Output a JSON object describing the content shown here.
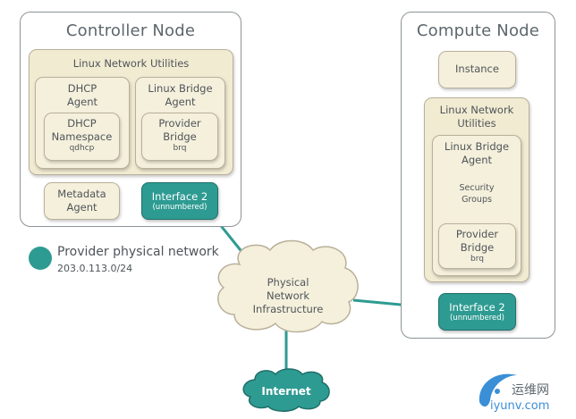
{
  "controller": {
    "title": "Controller Node",
    "utilities": "Linux Network Utilities",
    "dhcp_agent": "DHCP\nAgent",
    "dhcp_namespace": "DHCP\nNamespace",
    "dhcp_namespace_sub": "qdhcp",
    "bridge_agent": "Linux Bridge\nAgent",
    "provider_bridge": "Provider\nBridge",
    "provider_bridge_sub": "brq",
    "metadata_agent": "Metadata\nAgent",
    "interface": "Interface 2",
    "interface_sub": "(unnumbered)"
  },
  "compute": {
    "title": "Compute Node",
    "instance": "Instance",
    "utilities": "Linux Network\nUtilities",
    "bridge_agent": "Linux Bridge\nAgent",
    "security_groups": "Security\nGroups",
    "provider_bridge": "Provider\nBridge",
    "provider_bridge_sub": "brq",
    "interface": "Interface 2",
    "interface_sub": "(unnumbered)"
  },
  "legend": {
    "label": "Provider physical network",
    "subnet": "203.0.113.0/24",
    "color": "#2e9b92"
  },
  "infrastructure": "Physical\nNetwork\nInfrastructure",
  "internet": "Internet",
  "watermark": {
    "cn": "运维网",
    "url": "iyunv.com"
  }
}
